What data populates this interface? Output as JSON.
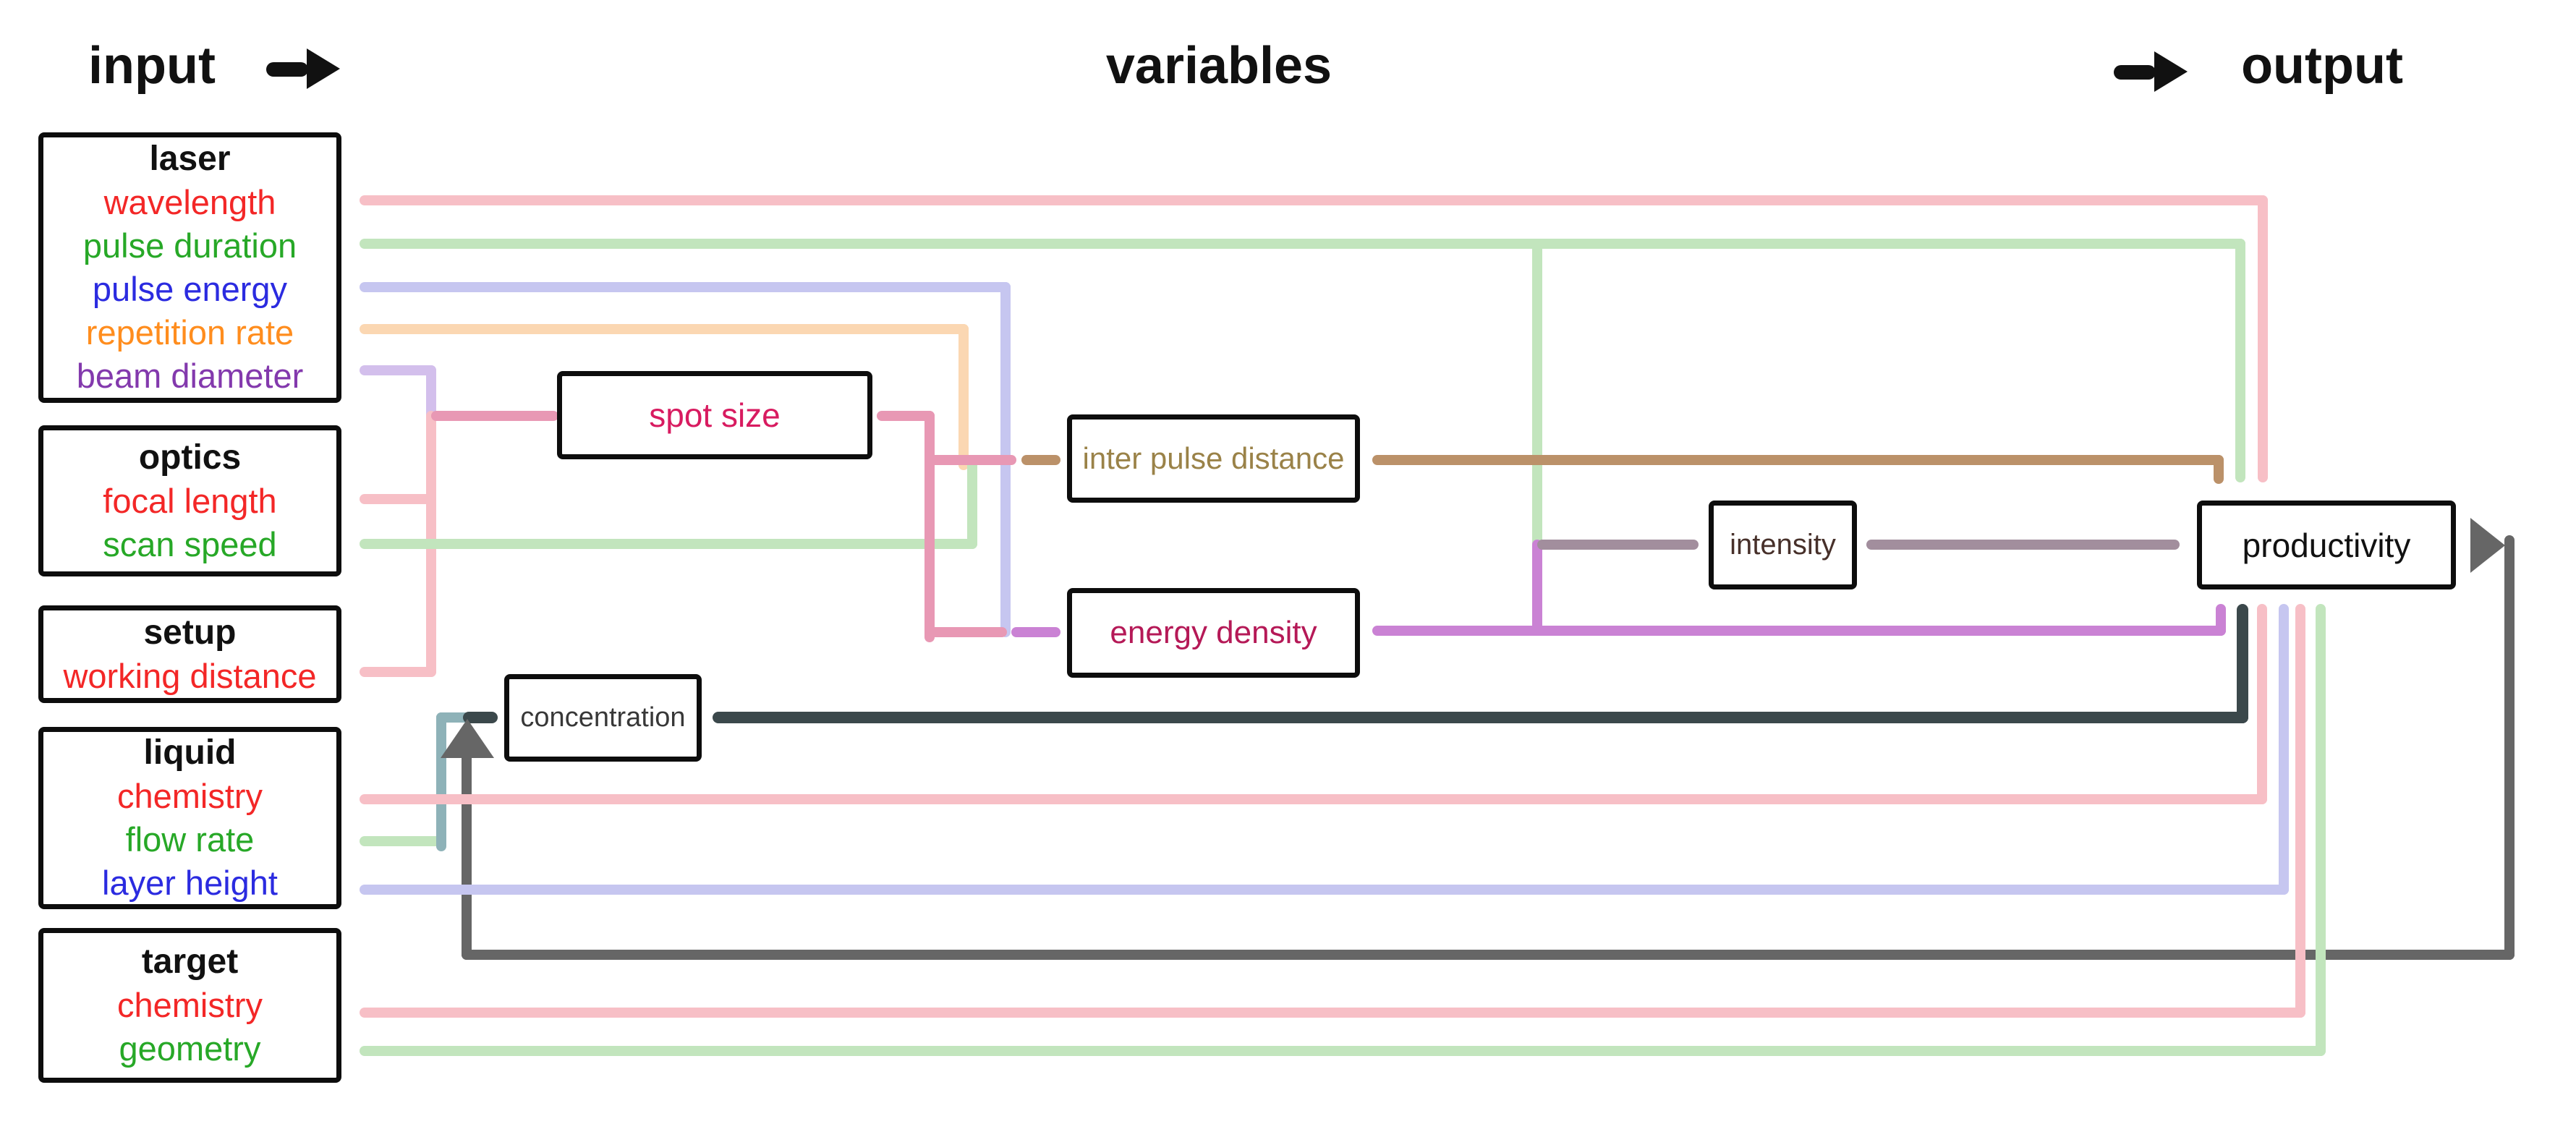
{
  "palette": {
    "red": "#f32727",
    "green": "#27a827",
    "blue": "#2b2be0",
    "orange": "#ff8d1e",
    "purple": "#8339ad",
    "spot_size_text": "#d81b60",
    "ipd_text": "#9a8248",
    "energy_density_text": "#b51957",
    "intensity_text": "#47302a",
    "concentration_text": "#383838",
    "productivity_text": "#111111",
    "pink_line": "#f7bfc6",
    "green_line": "#c2e5bd",
    "lavender_line": "#c6c6f0",
    "peach_line": "#fbd7b2",
    "lilac_line": "#d3bfec",
    "rose_line": "#e898b4",
    "brown_line": "#bb9169",
    "orchid_line": "#ca82d4",
    "mauve_line": "#a28e9d",
    "slate_line": "#3b484b",
    "gray_line": "#666666",
    "teal_line": "#8eb2b8"
  },
  "header": {
    "input": "input",
    "variables": "variables",
    "output": "output"
  },
  "inputs": [
    {
      "title": "laser",
      "params": [
        {
          "label": "wavelength",
          "color": "red"
        },
        {
          "label": "pulse duration",
          "color": "green"
        },
        {
          "label": "pulse energy",
          "color": "blue"
        },
        {
          "label": "repetition rate",
          "color": "orange"
        },
        {
          "label": "beam diameter",
          "color": "purple"
        }
      ]
    },
    {
      "title": "optics",
      "params": [
        {
          "label": "focal length",
          "color": "red"
        },
        {
          "label": "scan speed",
          "color": "green"
        }
      ]
    },
    {
      "title": "setup",
      "params": [
        {
          "label": "working distance",
          "color": "red"
        }
      ]
    },
    {
      "title": "liquid",
      "params": [
        {
          "label": "chemistry",
          "color": "red"
        },
        {
          "label": "flow rate",
          "color": "green"
        },
        {
          "label": "layer height",
          "color": "blue"
        }
      ]
    },
    {
      "title": "target",
      "params": [
        {
          "label": "chemistry",
          "color": "red"
        },
        {
          "label": "geometry",
          "color": "green"
        }
      ]
    }
  ],
  "variables": {
    "spot_size": "spot size",
    "inter_pulse_distance": "inter pulse distance",
    "energy_density": "energy density",
    "intensity": "intensity",
    "concentration": "concentration"
  },
  "output": {
    "productivity": "productivity"
  }
}
